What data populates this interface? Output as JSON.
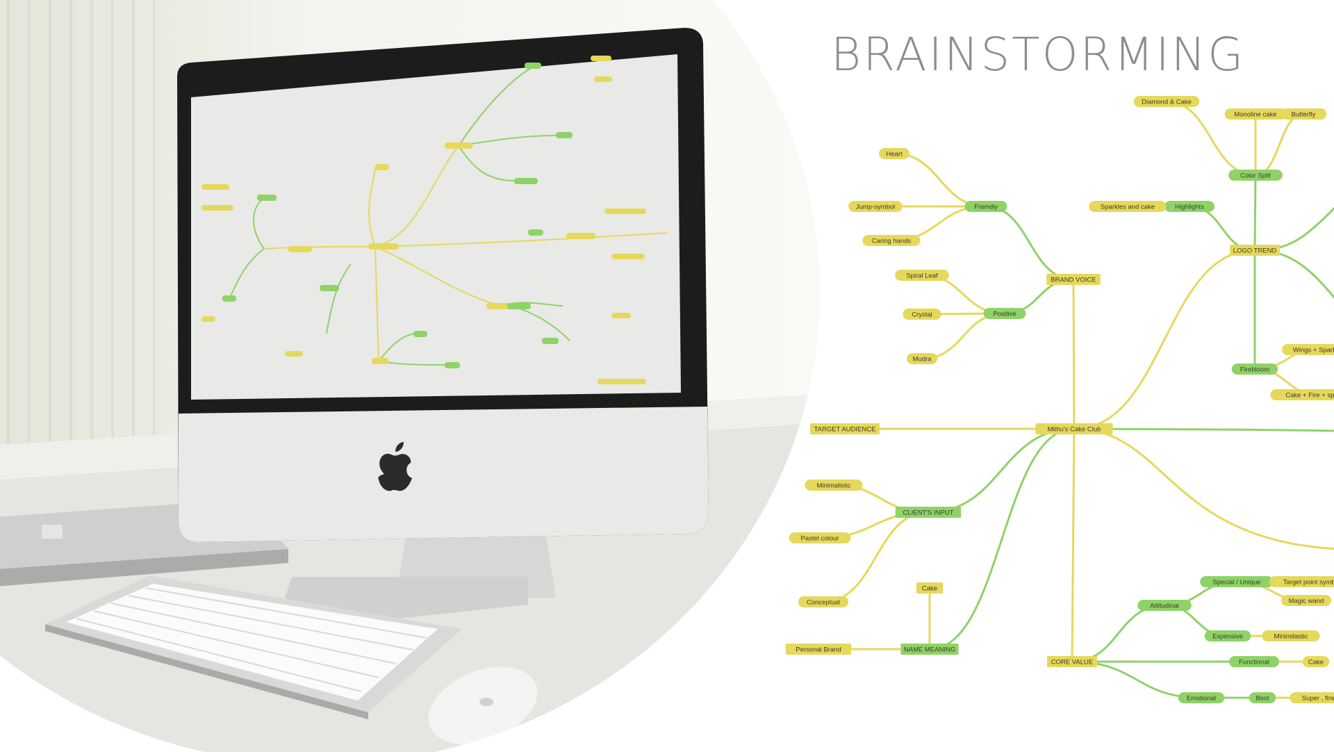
{
  "title": "BRAINSTORMING",
  "colors": {
    "yellow": "#e6d85a",
    "green": "#8fd267",
    "title_gray": "#8d8b93",
    "background": "#ffffff"
  },
  "mindmap": {
    "central": "Mithu's Cake Club",
    "nodes": [
      {
        "id": "center",
        "label": "Mithu's Cake Club",
        "color": "yellow"
      },
      {
        "id": "brand_voice",
        "label": "BRAND VOICE",
        "color": "yellow"
      },
      {
        "id": "friendly",
        "label": "Friendly",
        "color": "green"
      },
      {
        "id": "heart",
        "label": "Heart",
        "color": "yellow"
      },
      {
        "id": "jump",
        "label": "Jump-symbol",
        "color": "yellow"
      },
      {
        "id": "caring",
        "label": "Caring hands",
        "color": "yellow"
      },
      {
        "id": "positive",
        "label": "Positive",
        "color": "green"
      },
      {
        "id": "spiral",
        "label": "Spiral Leaf",
        "color": "yellow"
      },
      {
        "id": "crystal",
        "label": "Crystal",
        "color": "yellow"
      },
      {
        "id": "mudra",
        "label": "Mudra",
        "color": "yellow"
      },
      {
        "id": "logo_trend",
        "label": "LOGO TREND",
        "color": "yellow"
      },
      {
        "id": "color_split",
        "label": "Color Split",
        "color": "green"
      },
      {
        "id": "diamond",
        "label": "Diamond & Cake",
        "color": "yellow"
      },
      {
        "id": "monoline",
        "label": "Monoline cake",
        "color": "yellow"
      },
      {
        "id": "butterfly",
        "label": "Butterfly",
        "color": "yellow"
      },
      {
        "id": "highlights",
        "label": "Highlights",
        "color": "green"
      },
      {
        "id": "sparkles",
        "label": "Sparkles and cake",
        "color": "yellow"
      },
      {
        "id": "firebloom",
        "label": "Firebloom",
        "color": "green"
      },
      {
        "id": "wings",
        "label": "Wings + Sparkles",
        "color": "yellow"
      },
      {
        "id": "cakefire",
        "label": "Cake + Fire + sparkles",
        "color": "yellow"
      },
      {
        "id": "target",
        "label": "TARGET AUDIENCE",
        "color": "yellow"
      },
      {
        "id": "clients",
        "label": "CLIENT'S INPUT",
        "color": "green"
      },
      {
        "id": "minimalistic",
        "label": "Minimalistic",
        "color": "yellow"
      },
      {
        "id": "pastel",
        "label": "Pastel colour",
        "color": "yellow"
      },
      {
        "id": "conceptual",
        "label": "Conceptual",
        "color": "yellow"
      },
      {
        "id": "name_meaning",
        "label": "NAME MEANING",
        "color": "green"
      },
      {
        "id": "cake_top",
        "label": "Cake",
        "color": "yellow"
      },
      {
        "id": "personal",
        "label": "Personal Brand",
        "color": "yellow"
      },
      {
        "id": "core",
        "label": "CORE VALUE",
        "color": "yellow"
      },
      {
        "id": "attitudinal",
        "label": "Attitudinal",
        "color": "green"
      },
      {
        "id": "special",
        "label": "Special / Unique",
        "color": "green"
      },
      {
        "id": "targetpoint",
        "label": "Target point symbol",
        "color": "yellow"
      },
      {
        "id": "magicwand",
        "label": "Magic wand",
        "color": "yellow"
      },
      {
        "id": "expensive",
        "label": "Expensive",
        "color": "green"
      },
      {
        "id": "minimilastic",
        "label": "Minimilastic",
        "color": "yellow"
      },
      {
        "id": "functional",
        "label": "Functional",
        "color": "green"
      },
      {
        "id": "cake_fn",
        "label": "Cake",
        "color": "yellow"
      },
      {
        "id": "emotional",
        "label": "Emotional",
        "color": "green"
      },
      {
        "id": "best",
        "label": "Best",
        "color": "green"
      },
      {
        "id": "superfine",
        "label": "Super , fine",
        "color": "yellow"
      }
    ],
    "edges": [
      [
        "center",
        "brand_voice",
        "yellow"
      ],
      [
        "brand_voice",
        "friendly",
        "green"
      ],
      [
        "brand_voice",
        "positive",
        "green"
      ],
      [
        "friendly",
        "heart",
        "yellow"
      ],
      [
        "friendly",
        "jump",
        "yellow"
      ],
      [
        "friendly",
        "caring",
        "yellow"
      ],
      [
        "positive",
        "spiral",
        "yellow"
      ],
      [
        "positive",
        "crystal",
        "yellow"
      ],
      [
        "positive",
        "mudra",
        "yellow"
      ],
      [
        "center",
        "logo_trend",
        "yellow"
      ],
      [
        "logo_trend",
        "color_split",
        "green"
      ],
      [
        "logo_trend",
        "highlights",
        "green"
      ],
      [
        "logo_trend",
        "firebloom",
        "green"
      ],
      [
        "color_split",
        "diamond",
        "yellow"
      ],
      [
        "color_split",
        "monoline",
        "yellow"
      ],
      [
        "color_split",
        "butterfly",
        "yellow"
      ],
      [
        "highlights",
        "sparkles",
        "yellow"
      ],
      [
        "firebloom",
        "wings",
        "yellow"
      ],
      [
        "firebloom",
        "cakefire",
        "yellow"
      ],
      [
        "center",
        "target",
        "yellow"
      ],
      [
        "center",
        "clients",
        "green"
      ],
      [
        "clients",
        "minimalistic",
        "yellow"
      ],
      [
        "clients",
        "pastel",
        "yellow"
      ],
      [
        "clients",
        "conceptual",
        "yellow"
      ],
      [
        "center",
        "name_meaning",
        "green"
      ],
      [
        "name_meaning",
        "cake_top",
        "yellow"
      ],
      [
        "name_meaning",
        "personal",
        "yellow"
      ],
      [
        "center",
        "core",
        "yellow"
      ],
      [
        "core",
        "attitudinal",
        "green"
      ],
      [
        "core",
        "functional",
        "green"
      ],
      [
        "core",
        "emotional",
        "green"
      ],
      [
        "attitudinal",
        "special",
        "green"
      ],
      [
        "attitudinal",
        "expensive",
        "green"
      ],
      [
        "special",
        "targetpoint",
        "yellow"
      ],
      [
        "special",
        "magicwand",
        "yellow"
      ],
      [
        "expensive",
        "minimilastic",
        "yellow"
      ],
      [
        "functional",
        "cake_fn",
        "yellow"
      ],
      [
        "emotional",
        "best",
        "green"
      ],
      [
        "best",
        "superfine",
        "yellow"
      ]
    ]
  }
}
